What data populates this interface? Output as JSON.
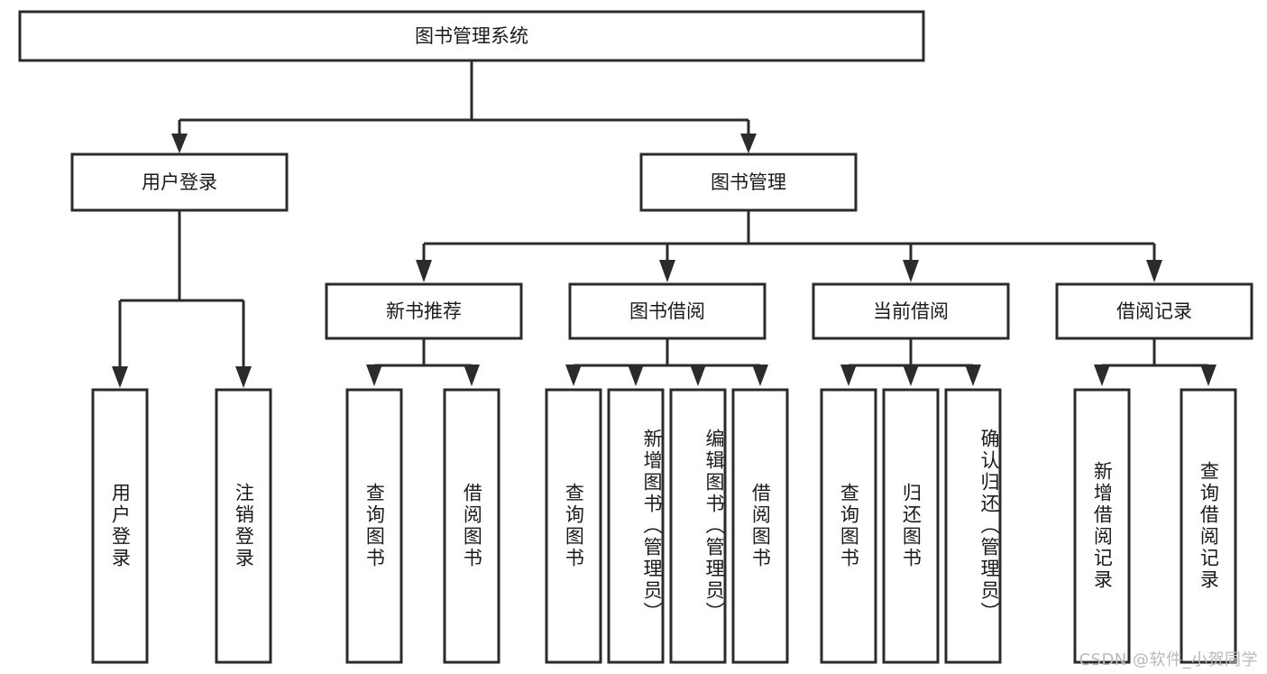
{
  "diagram": {
    "title": "图书管理系统",
    "type": "tree-hierarchy",
    "root": {
      "id": "root",
      "label": "图书管理系统"
    },
    "level2": [
      {
        "id": "user-login",
        "label": "用户登录"
      },
      {
        "id": "book-manage",
        "label": "图书管理"
      }
    ],
    "level3": [
      {
        "id": "new-book-rec",
        "label": "新书推荐",
        "parent": "book-manage"
      },
      {
        "id": "book-borrow",
        "label": "图书借阅",
        "parent": "book-manage"
      },
      {
        "id": "current-borrow",
        "label": "当前借阅",
        "parent": "book-manage"
      },
      {
        "id": "borrow-record",
        "label": "借阅记录",
        "parent": "book-manage"
      }
    ],
    "leaves": [
      {
        "id": "leaf-user-login",
        "label": "用户登录",
        "parent": "user-login"
      },
      {
        "id": "leaf-logout",
        "label": "注销登录",
        "parent": "user-login"
      },
      {
        "id": "leaf-rec-query-book",
        "label": "查询图书",
        "parent": "new-book-rec"
      },
      {
        "id": "leaf-rec-borrow-book",
        "label": "借阅图书",
        "parent": "new-book-rec"
      },
      {
        "id": "leaf-borrow-query-book",
        "label": "查询图书",
        "parent": "book-borrow"
      },
      {
        "id": "leaf-add-book",
        "label": "新增图书（管理员）",
        "parent": "book-borrow"
      },
      {
        "id": "leaf-edit-book",
        "label": "编辑图书（管理员）",
        "parent": "book-borrow"
      },
      {
        "id": "leaf-borrow-book",
        "label": "借阅图书",
        "parent": "book-borrow"
      },
      {
        "id": "leaf-cur-query-book",
        "label": "查询图书",
        "parent": "current-borrow"
      },
      {
        "id": "leaf-return-book",
        "label": "归还图书",
        "parent": "current-borrow"
      },
      {
        "id": "leaf-confirm-return",
        "label": "确认归还（管理员）",
        "parent": "current-borrow"
      },
      {
        "id": "leaf-add-record",
        "label": "新增借阅记录",
        "parent": "borrow-record"
      },
      {
        "id": "leaf-query-record",
        "label": "查询借阅记录",
        "parent": "borrow-record"
      }
    ]
  },
  "watermark": {
    "text": "CSDN @软件_小贺同学"
  },
  "colors": {
    "stroke": "#2b2b2b",
    "fill": "#ffffff",
    "text": "#1a1a1a",
    "watermark": "#b9b9b9"
  }
}
